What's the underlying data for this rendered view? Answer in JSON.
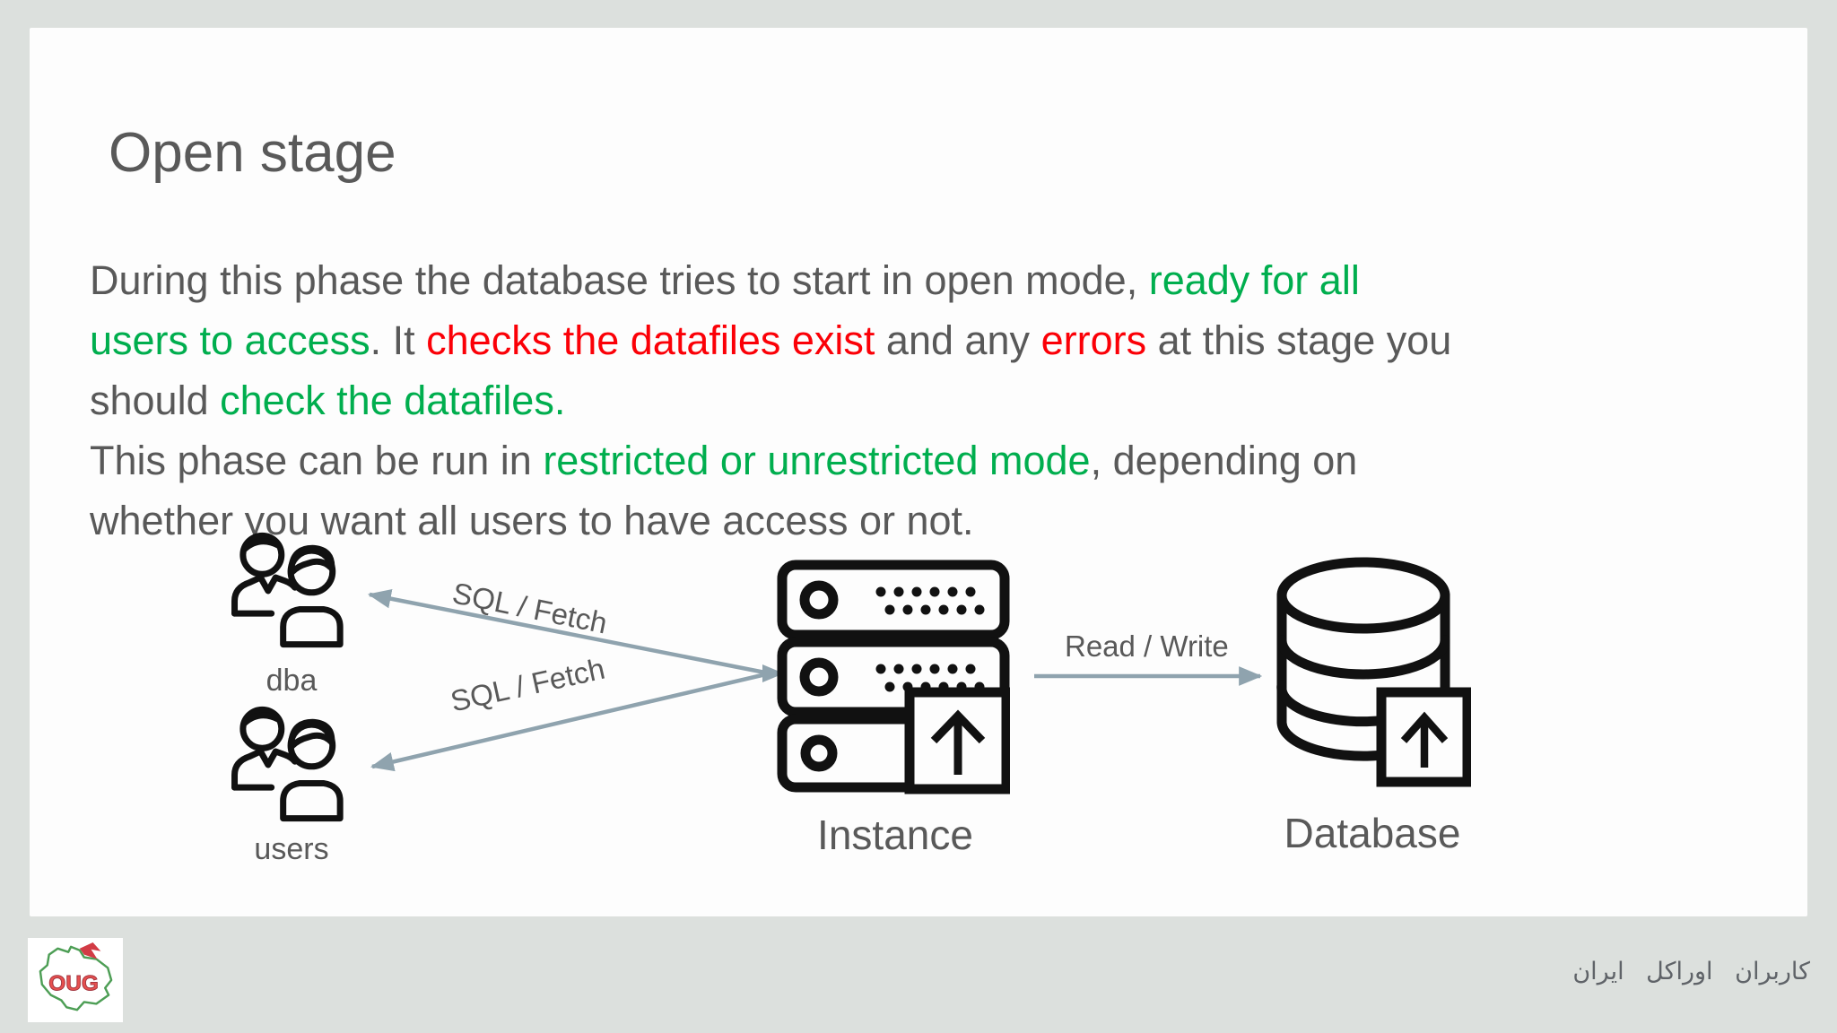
{
  "slide": {
    "title": "Open stage",
    "paragraph_lines": [
      [
        {
          "c": "gray",
          "t": "During this phase the database tries to start in open mode, "
        },
        {
          "c": "green",
          "t": "ready for all"
        }
      ],
      [
        {
          "c": "green",
          "t": "users to access"
        },
        {
          "c": "gray",
          "t": ". It "
        },
        {
          "c": "red",
          "t": "checks the datafiles exist"
        },
        {
          "c": "gray",
          "t": " and any "
        },
        {
          "c": "red",
          "t": "errors"
        },
        {
          "c": "gray",
          "t": " at this stage you"
        }
      ],
      [
        {
          "c": "gray",
          "t": "should "
        },
        {
          "c": "green",
          "t": "check the datafiles."
        }
      ],
      [
        {
          "c": "gray",
          "t": "This phase can be run in "
        },
        {
          "c": "green",
          "t": "restricted or unrestricted mode"
        },
        {
          "c": "gray",
          "t": ", depending on"
        }
      ],
      [
        {
          "c": "gray",
          "t": "whether you want all users to have access or not."
        }
      ]
    ],
    "diagram": {
      "dba_label": "dba",
      "users_label": "users",
      "instance_label": "Instance",
      "database_label": "Database",
      "arrow_top_label": "SQL / Fetch",
      "arrow_bottom_label": "SQL / Fetch",
      "read_write_label": "Read / Write",
      "icons": {
        "dba": "people-group-icon",
        "users": "people-group-icon",
        "instance": "server-rack-icon",
        "database": "database-cylinder-icon",
        "upload_badge": "upload-arrow-icon"
      }
    },
    "footer": {
      "logo_text": "OUG",
      "logo_icon": "iran-map-logo",
      "farsi_text": "کاربران اوراکل ایران"
    },
    "colors": {
      "background": "#DCE0DD",
      "card": "#FDFDFD",
      "text_gray": "#595959",
      "highlight_green": "#00AE4E",
      "highlight_red": "#FB0007",
      "arrow_blue_gray": "#8FA3AE",
      "icon_black": "#111111",
      "logo_green": "#4D9E55",
      "logo_red": "#D23B45"
    }
  }
}
